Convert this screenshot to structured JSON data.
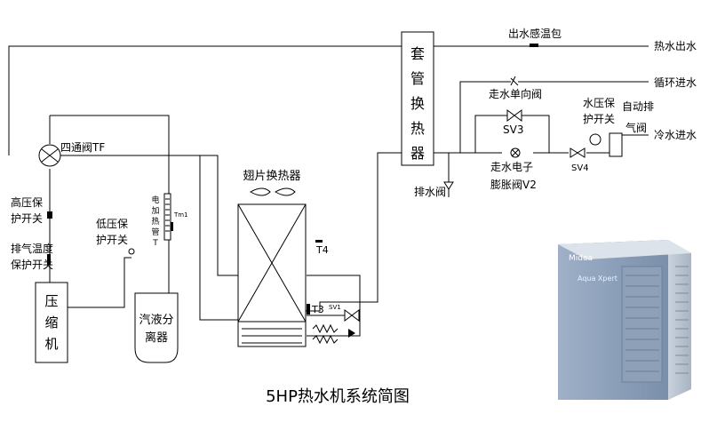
{
  "title": "5HP热水机系统简图",
  "component_labels": {
    "hx": [
      "套",
      "管",
      "换",
      "热",
      "器"
    ],
    "four_way_valve": "四通阀TF",
    "hp_switch": [
      "高压保",
      "护开关"
    ],
    "exhaust_temp_switch": [
      "排气温度",
      "保护开关"
    ],
    "lp_switch": [
      "低压保",
      "护开关"
    ],
    "compressor": [
      "压",
      "缩",
      "机"
    ],
    "heater": [
      "电",
      "加",
      "热",
      "管",
      "T"
    ],
    "tm_label": "Tm1",
    "separator": [
      "汽液分",
      "离器"
    ],
    "fin_hx": "翅片换热器",
    "t4": "T4",
    "t3": "T3",
    "sv1": "SV1",
    "outlet_sensor": "出水感温包",
    "hot_water_out": "热水出水",
    "circ_in": "循环进水",
    "check_valve": "走水单向阀",
    "sv3": "SV3",
    "water_p_switch": [
      "水压保",
      "护开关"
    ],
    "auto_vent": [
      "自动排",
      "气阀"
    ],
    "cold_in": "冷水进水",
    "eev": [
      "走水电子",
      "膨胀阀V2"
    ],
    "sv4": "SV4",
    "drain_valve": "排水阀"
  },
  "unit_photo": {
    "brand": "Midea",
    "badge": "Aqua Xpert",
    "body_color": "#8fa4bf"
  }
}
